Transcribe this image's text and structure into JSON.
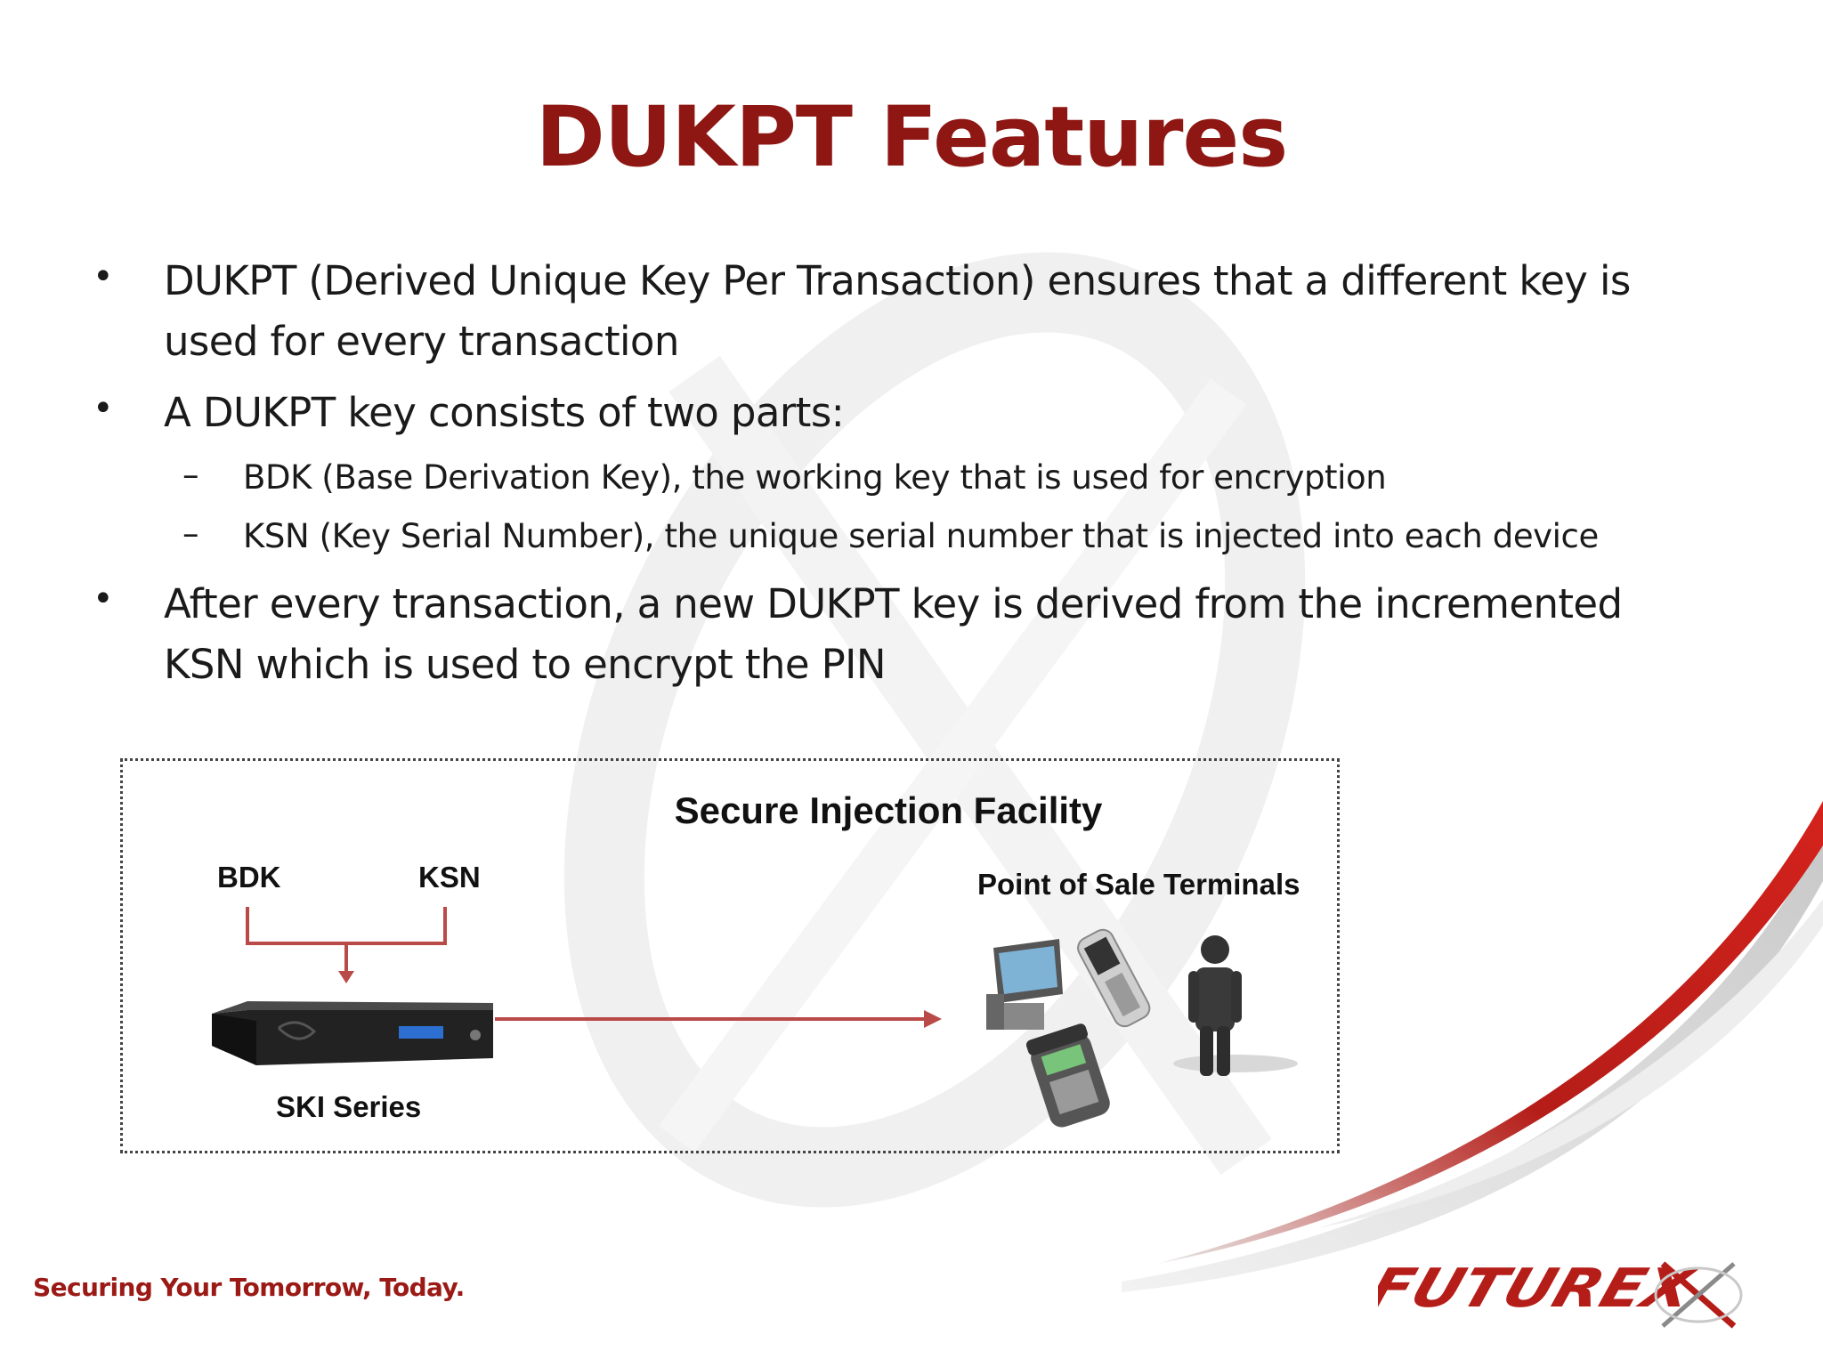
{
  "slide": {
    "title": "DUKPT Features",
    "bullets": [
      {
        "marker": "•",
        "lines": [
          "DUKPT (Derived Unique Key Per Transaction) ensures that a different key is",
          "used for every transaction"
        ]
      },
      {
        "marker": "•",
        "lines": [
          "A DUKPT key consists of two parts:"
        ]
      },
      {
        "marker": "•",
        "lines": [
          "After every transaction, a new DUKPT key is derived from the incremented",
          "KSN which is used to encrypt the PIN"
        ]
      }
    ],
    "subbullets": [
      {
        "marker": "–",
        "text": "BDK (Base Derivation Key), the working key that is used for encryption"
      },
      {
        "marker": "–",
        "text": "KSN (Key Serial Number), the unique serial number that is injected into each device"
      }
    ]
  },
  "diagram": {
    "title": "Secure Injection Facility",
    "bdk_label": "BDK",
    "ksn_label": "KSN",
    "device_label": "SKI Series",
    "terminals_label": "Point of Sale Terminals",
    "arrow_color": "#b94a48",
    "icons": [
      "hsm-device-icon",
      "pos-terminal-icon",
      "mobile-phone-icon",
      "card-reader-icon",
      "person-icon"
    ]
  },
  "footer": {
    "tagline": "Securing Your Tomorrow, Today.",
    "logo_text": "FUTUREX"
  },
  "colors": {
    "title": "#8e1713",
    "accent": "#c41e1a",
    "tagline": "#9b1a16"
  }
}
